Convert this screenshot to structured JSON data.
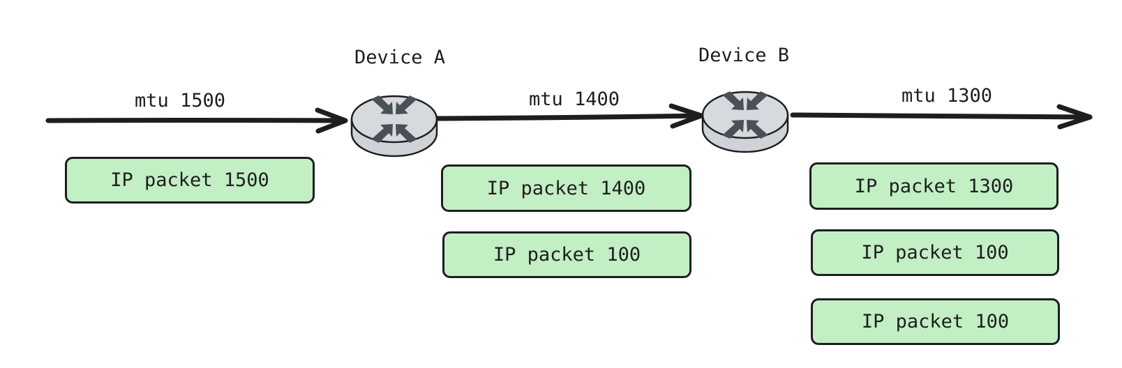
{
  "colors": {
    "stroke": "#1e1e1e",
    "packet_fill": "#c2efc4",
    "router_fill": "#cfd3d8",
    "router_top": "#d6d9dd",
    "router_arrows": "#495057"
  },
  "devices": [
    {
      "label": "Device A",
      "icon": "router-icon"
    },
    {
      "label": "Device B",
      "icon": "router-icon"
    }
  ],
  "links": [
    {
      "label": "mtu 1500"
    },
    {
      "label": "mtu 1400"
    },
    {
      "label": "mtu 1300"
    }
  ],
  "packet_groups": [
    {
      "packets": [
        "IP packet 1500"
      ]
    },
    {
      "packets": [
        "IP packet 1400",
        "IP packet 100"
      ]
    },
    {
      "packets": [
        "IP packet 1300",
        "IP packet 100",
        "IP packet 100"
      ]
    }
  ]
}
